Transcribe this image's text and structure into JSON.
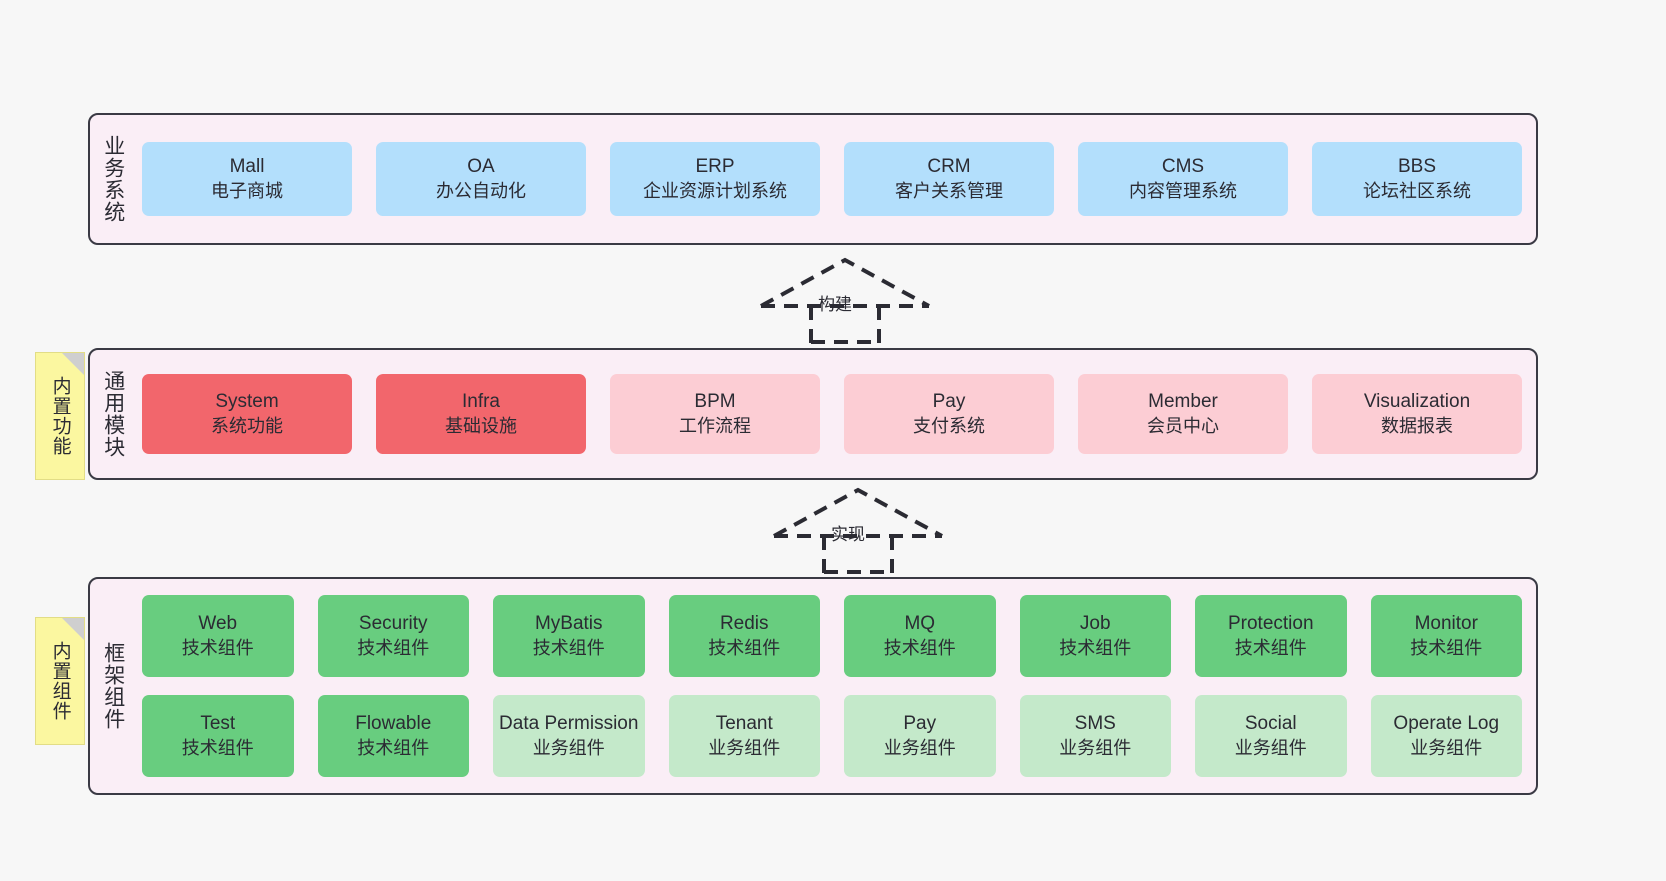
{
  "diagram": {
    "background_color": "#f7f7f7",
    "layer_fill_color": "#faeef6",
    "layer_border_color": "#3a3a44"
  },
  "notes": [
    {
      "id": "builtin-func",
      "label": "内置功能",
      "color": "#fbf7a0"
    },
    {
      "id": "builtin-comp",
      "label": "内置组件",
      "color": "#fbf7a0"
    }
  ],
  "connectors": [
    {
      "id": "build",
      "label": "构建",
      "style": "dashed-hollow-arrow-up"
    },
    {
      "id": "impl",
      "label": "实现",
      "style": "dashed-hollow-arrow-up"
    }
  ],
  "layers": [
    {
      "id": "business",
      "title": "业务系统",
      "color": "#b3dffc",
      "rows": [
        [
          {
            "en": "Mall",
            "cn": "电子商城"
          },
          {
            "en": "OA",
            "cn": "办公自动化"
          },
          {
            "en": "ERP",
            "cn": "企业资源计划系统"
          },
          {
            "en": "CRM",
            "cn": "客户关系管理"
          },
          {
            "en": "CMS",
            "cn": "内容管理系统"
          },
          {
            "en": "BBS",
            "cn": "论坛社区系统"
          }
        ]
      ]
    },
    {
      "id": "common",
      "title": "通用模块",
      "colors": {
        "primary": "#f2666c",
        "secondary": "#fccdd4"
      },
      "rows": [
        [
          {
            "en": "System",
            "cn": "系统功能",
            "tone": "red"
          },
          {
            "en": "Infra",
            "cn": "基础设施",
            "tone": "red"
          },
          {
            "en": "BPM",
            "cn": "工作流程",
            "tone": "pink"
          },
          {
            "en": "Pay",
            "cn": "支付系统",
            "tone": "pink"
          },
          {
            "en": "Member",
            "cn": "会员中心",
            "tone": "pink"
          },
          {
            "en": "Visualization",
            "cn": "数据报表",
            "tone": "pink"
          }
        ]
      ]
    },
    {
      "id": "framework",
      "title": "框架组件",
      "colors": {
        "primary": "#68cd7f",
        "secondary": "#c4e9ca"
      },
      "rows": [
        [
          {
            "en": "Web",
            "cn": "技术组件",
            "tone": "green"
          },
          {
            "en": "Security",
            "cn": "技术组件",
            "tone": "green"
          },
          {
            "en": "MyBatis",
            "cn": "技术组件",
            "tone": "green"
          },
          {
            "en": "Redis",
            "cn": "技术组件",
            "tone": "green"
          },
          {
            "en": "MQ",
            "cn": "技术组件",
            "tone": "green"
          },
          {
            "en": "Job",
            "cn": "技术组件",
            "tone": "green"
          },
          {
            "en": "Protection",
            "cn": "技术组件",
            "tone": "green"
          },
          {
            "en": "Monitor",
            "cn": "技术组件",
            "tone": "green"
          }
        ],
        [
          {
            "en": "Test",
            "cn": "技术组件",
            "tone": "green"
          },
          {
            "en": "Flowable",
            "cn": "技术组件",
            "tone": "green"
          },
          {
            "en": "Data Permission",
            "cn": "业务组件",
            "tone": "lightgreen"
          },
          {
            "en": "Tenant",
            "cn": "业务组件",
            "tone": "lightgreen"
          },
          {
            "en": "Pay",
            "cn": "业务组件",
            "tone": "lightgreen"
          },
          {
            "en": "SMS",
            "cn": "业务组件",
            "tone": "lightgreen"
          },
          {
            "en": "Social",
            "cn": "业务组件",
            "tone": "lightgreen"
          },
          {
            "en": "Operate Log",
            "cn": "业务组件",
            "tone": "lightgreen"
          }
        ]
      ]
    }
  ]
}
